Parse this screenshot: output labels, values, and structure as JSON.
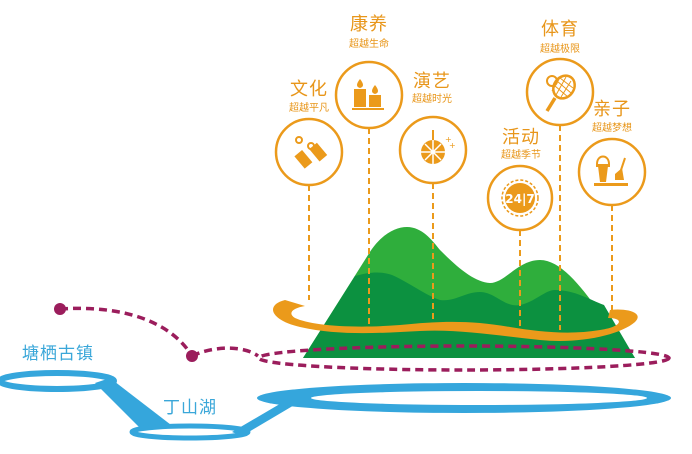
{
  "colors": {
    "orange": "#eb9a1b",
    "green_light": "#2fae3c",
    "green_dark": "#0c9140",
    "maroon": "#9b1d5c",
    "blue": "#35a6dc"
  },
  "features": [
    {
      "id": "wenhua",
      "title": "文化",
      "subtitle": "超越平凡",
      "icon": "bookmarks-icon"
    },
    {
      "id": "kangyang",
      "title": "康养",
      "subtitle": "超越生命",
      "icon": "candles-icon"
    },
    {
      "id": "yanyi",
      "title": "演艺",
      "subtitle": "超越时光",
      "icon": "disco-ball-icon"
    },
    {
      "id": "huodong",
      "title": "活动",
      "subtitle": "超越季节",
      "icon": "clock-24-7-icon",
      "icon_text": "24|7"
    },
    {
      "id": "tiyu",
      "title": "体育",
      "subtitle": "超越极限",
      "icon": "tennis-racket-icon"
    },
    {
      "id": "qinzi",
      "title": "亲子",
      "subtitle": "超越梦想",
      "icon": "sand-bucket-icon"
    }
  ],
  "places": {
    "town": "塘栖古镇",
    "lake": "丁山湖"
  }
}
